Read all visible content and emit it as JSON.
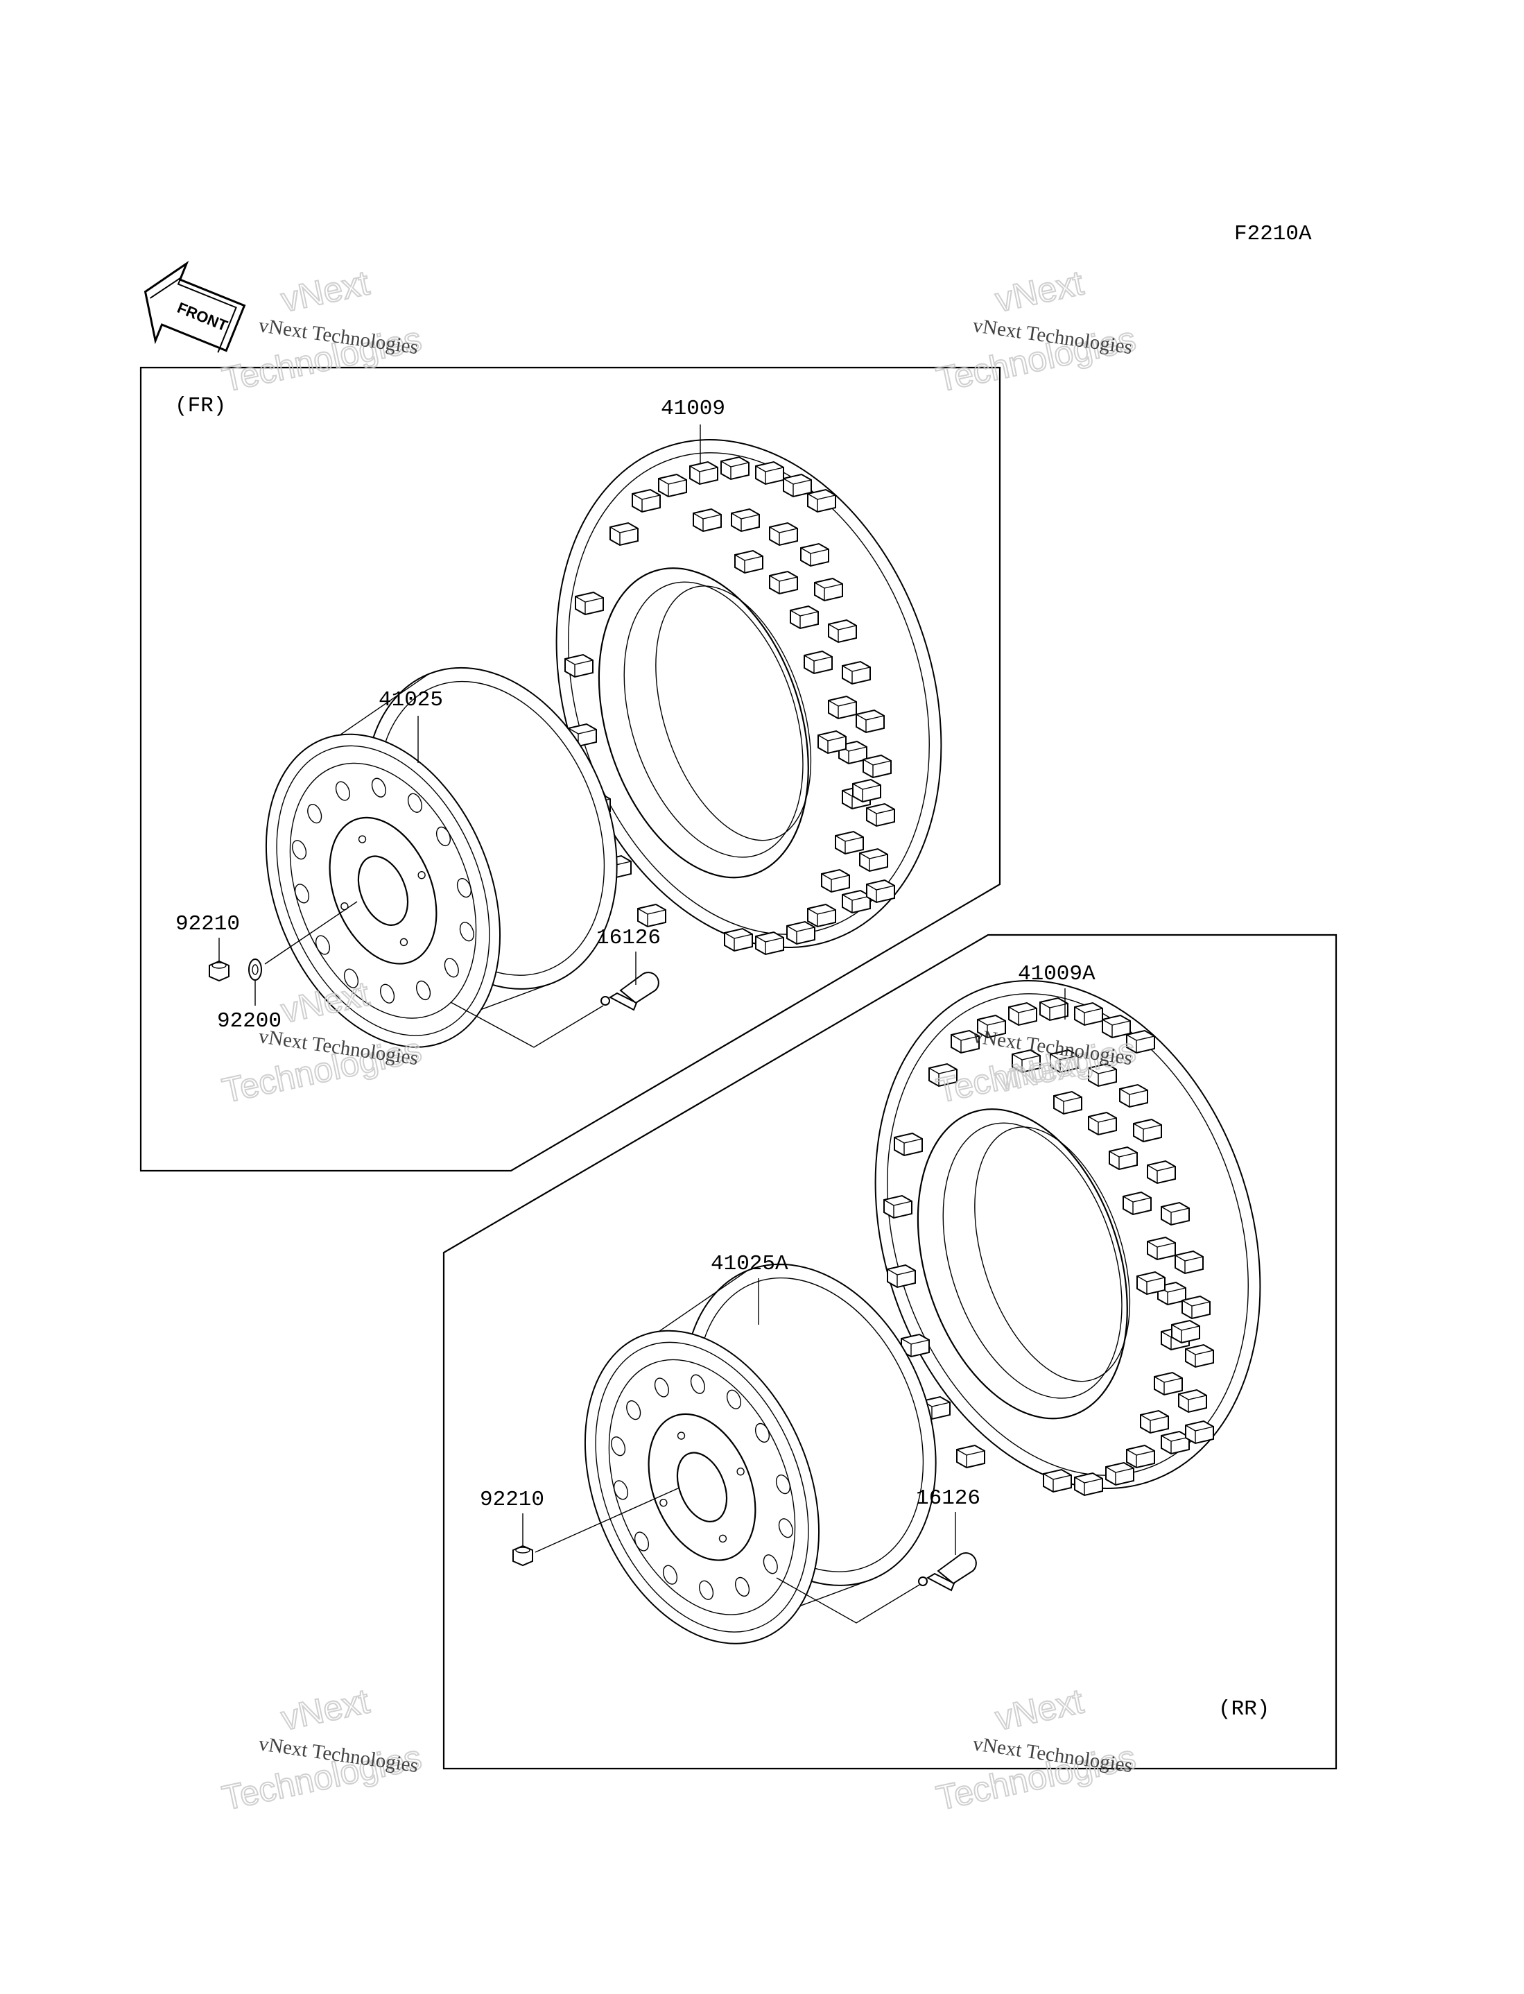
{
  "figure_code": "F2210A",
  "front_arrow": {
    "label": "FRONT",
    "icon": "front-direction-arrow-icon"
  },
  "sections": {
    "front": {
      "tag": "(FR)"
    },
    "rear": {
      "tag": "(RR)"
    }
  },
  "parts_front": {
    "tire": "41009",
    "wheel": "41025",
    "nut": "92210",
    "washer": "92200",
    "valve": "16126"
  },
  "parts_rear": {
    "tire": "41009A",
    "wheel": "41025A",
    "nut": "92210",
    "valve": "16126"
  },
  "watermark": {
    "line1": "vNext Technologies",
    "line2": "vNext",
    "line3": "Technologies"
  }
}
